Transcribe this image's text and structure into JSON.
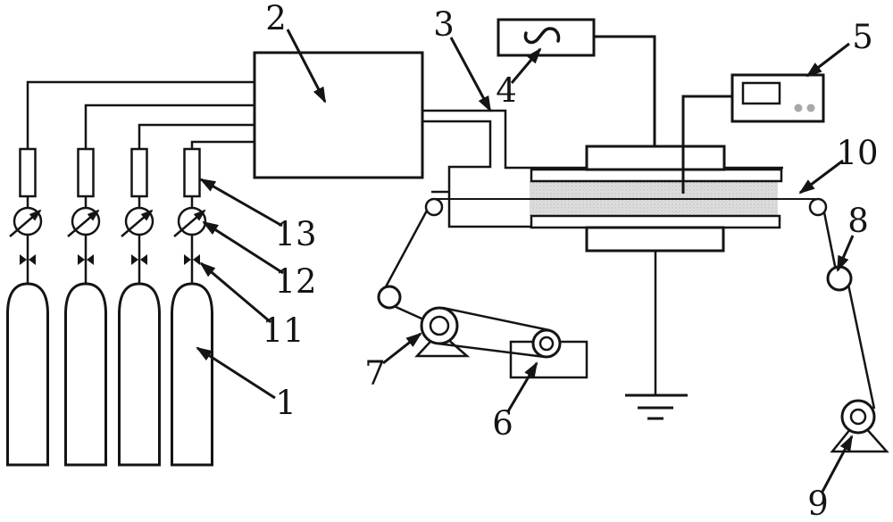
{
  "figure": {
    "type": "schematic-diagram",
    "ink": "#141414",
    "colors": {
      "background": "#ffffff",
      "dielectric_base": "#dedede",
      "dielectric_dot": "#b6b6b6",
      "button_gray": "#a8a8a8"
    },
    "labels": {
      "l1": {
        "text": "1"
      },
      "l2": {
        "text": "2"
      },
      "l3": {
        "text": "3"
      },
      "l4": {
        "text": "4"
      },
      "l5": {
        "text": "5"
      },
      "l6": {
        "text": "6"
      },
      "l7": {
        "text": "7"
      },
      "l8": {
        "text": "8"
      },
      "l9": {
        "text": "9"
      },
      "l10": {
        "text": "10"
      },
      "l11": {
        "text": "11"
      },
      "l12": {
        "text": "12"
      },
      "l13": {
        "text": "13"
      }
    }
  }
}
